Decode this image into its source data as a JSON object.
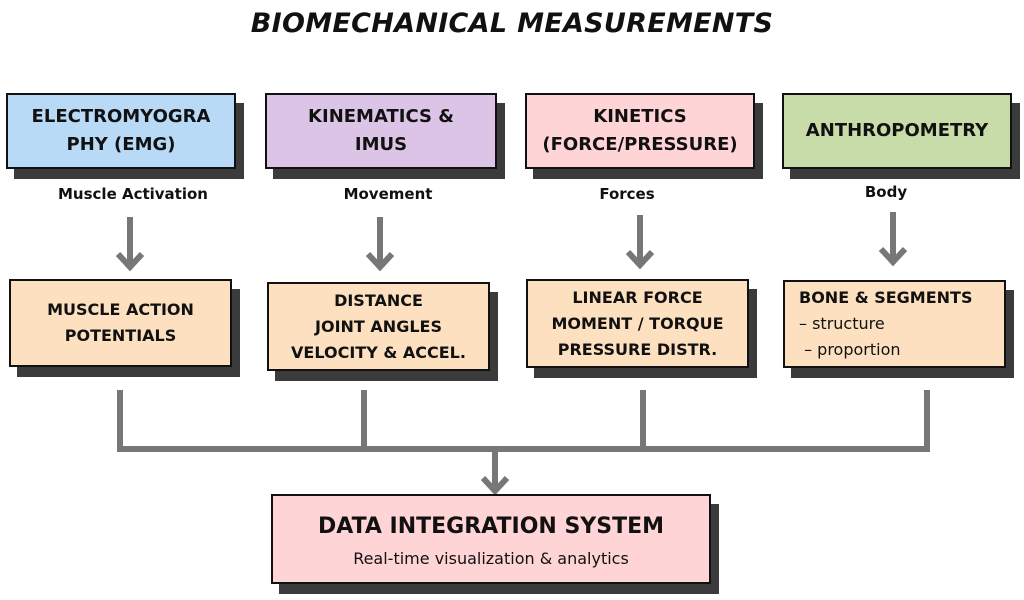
{
  "title": "BIOMECHANICAL MEASUREMENTS",
  "categories": [
    {
      "label": "ELECTROMYOGRA PHY (EMG)",
      "color": "#b8daf7",
      "sublabel": "Muscle Activation",
      "detail": [
        "MUSCLE ACTION",
        "POTENTIALS"
      ]
    },
    {
      "label": "KINEMATICS & IMUS",
      "color": "#dcc4e6",
      "sublabel": "Movement",
      "detail": [
        "DISTANCE",
        "JOINT ANGLES",
        "VELOCITY & ACCEL."
      ]
    },
    {
      "label": "KINETICS (FORCE/PRESSURE)",
      "color": "#ffd4d6",
      "sublabel": "Forces",
      "detail": [
        "LINEAR FORCE",
        "MOMENT / TORQUE",
        "PRESSURE DISTR."
      ]
    },
    {
      "label": "ANTHROPOMETRY",
      "color": "#c8dcaa",
      "sublabel": "Body",
      "detail_title": "BONE & SEGMENTS",
      "detail": [
        "– structure",
        " – proportion"
      ]
    }
  ],
  "integration": {
    "title": "DATA INTEGRATION SYSTEM",
    "subtitle": "Real-time visualization & analytics",
    "color": "#ffd4d6"
  },
  "connector_color": "#777777"
}
